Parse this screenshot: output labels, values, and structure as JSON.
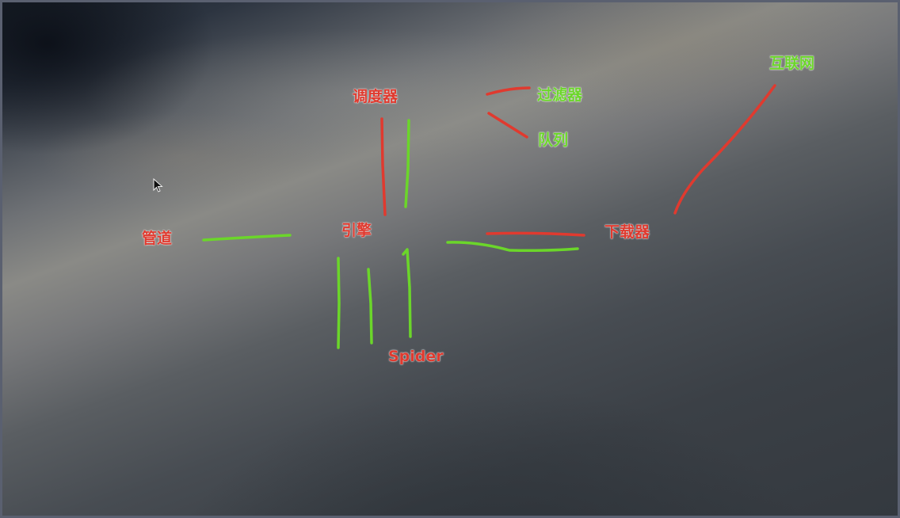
{
  "colors": {
    "red": "#e03a2f",
    "green": "#6bd62a"
  },
  "nodes": {
    "scheduler": {
      "label": "调度器",
      "color": "red"
    },
    "filter": {
      "label": "过滤器",
      "color": "green"
    },
    "queue": {
      "label": "队列",
      "color": "green"
    },
    "internet": {
      "label": "互联网",
      "color": "green"
    },
    "pipeline": {
      "label": "管道",
      "color": "red"
    },
    "engine": {
      "label": "引擎",
      "color": "red"
    },
    "downloader": {
      "label": "下载器",
      "color": "red"
    },
    "spider": {
      "label": "Spider",
      "color": "red"
    }
  },
  "icons": {
    "cursor": "mouse-pointer-icon"
  }
}
